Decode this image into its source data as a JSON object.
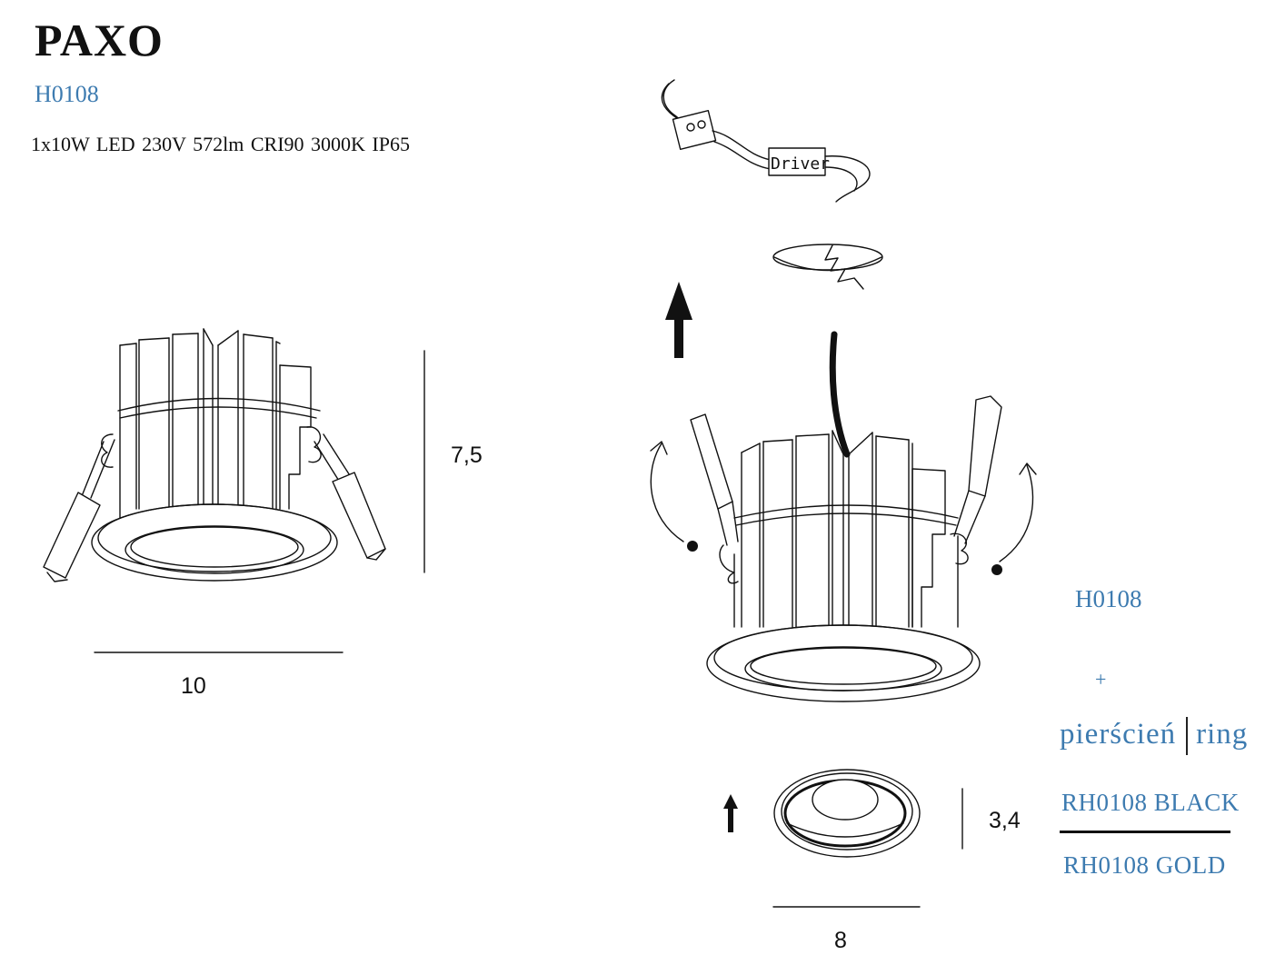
{
  "header": {
    "title": "PAXO",
    "code": "H0108",
    "specs": "1x10W LED 230V  572lm   CRI90  3000K  IP65"
  },
  "left_drawing": {
    "height_dim": "7,5",
    "width_dim": "10"
  },
  "install_drawing": {
    "driver_label": "Driver"
  },
  "ring_drawing": {
    "height_dim": "3,4",
    "width_dim": "8"
  },
  "accessory": {
    "product_code": "H0108",
    "plus": "+",
    "ring_pl": "pierścień",
    "ring_en": "ring",
    "variants": [
      "RH0108 BLACK",
      "RH0108 GOLD"
    ]
  },
  "colors": {
    "accent_blue": "#3d7bb0",
    "line": "#111111"
  }
}
